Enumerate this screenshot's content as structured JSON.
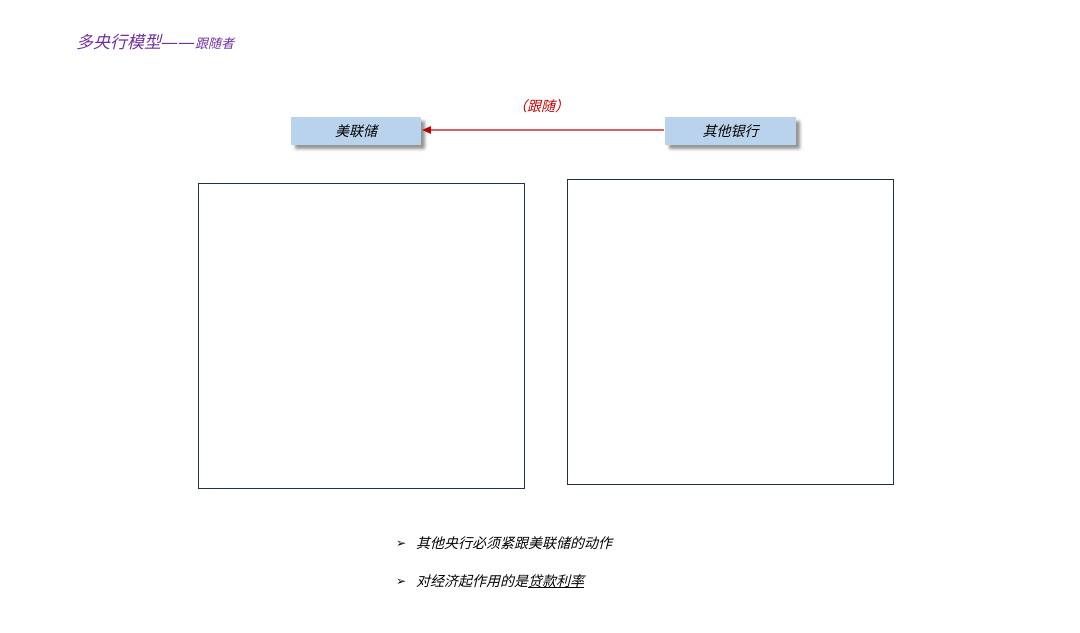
{
  "title": {
    "main": "多央行模型——",
    "sub": "跟随者"
  },
  "diagram": {
    "node_left": "美联储",
    "node_right": "其他银行",
    "arrow_label": "（跟随）"
  },
  "bullets": [
    {
      "marker": "➢",
      "text": "其他央行必须紧跟美联储的动作",
      "underlined": ""
    },
    {
      "marker": "➢",
      "text": "对经济起作用的是",
      "underlined": "贷款利率"
    }
  ],
  "colors": {
    "title": "#7030a0",
    "node_fill": "#b9d3ec",
    "arrow": "#c00000",
    "box_border": "#1f3147"
  }
}
